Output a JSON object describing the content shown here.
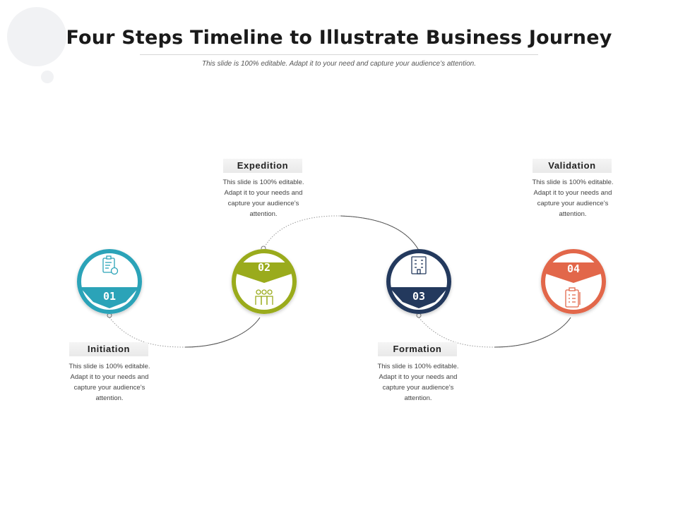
{
  "title": "Four Steps Timeline to Illustrate Business Journey",
  "subtitle": "This slide is 100% editable. Adapt it to your need and capture your audience’s attention.",
  "steps": [
    {
      "number": "01",
      "label": "Initiation",
      "description": "This slide is 100% editable. Adapt it to your needs and capture your audience’s attention.",
      "color": "#2ba3b8",
      "icon": "certificate-clipboard-icon"
    },
    {
      "number": "02",
      "label": "Expedition",
      "description": "This slide is 100% editable. Adapt it to your needs and capture your audience’s attention.",
      "color": "#9aab1c",
      "icon": "team-icon"
    },
    {
      "number": "03",
      "label": "Formation",
      "description": "This slide is 100% editable. Adapt it to your needs and capture your audience’s attention.",
      "color": "#23395d",
      "icon": "building-icon"
    },
    {
      "number": "04",
      "label": "Validation",
      "description": "This slide is 100% editable. Adapt it to your needs and capture your audience’s attention.",
      "color": "#e2674a",
      "icon": "checklist-icon"
    }
  ]
}
